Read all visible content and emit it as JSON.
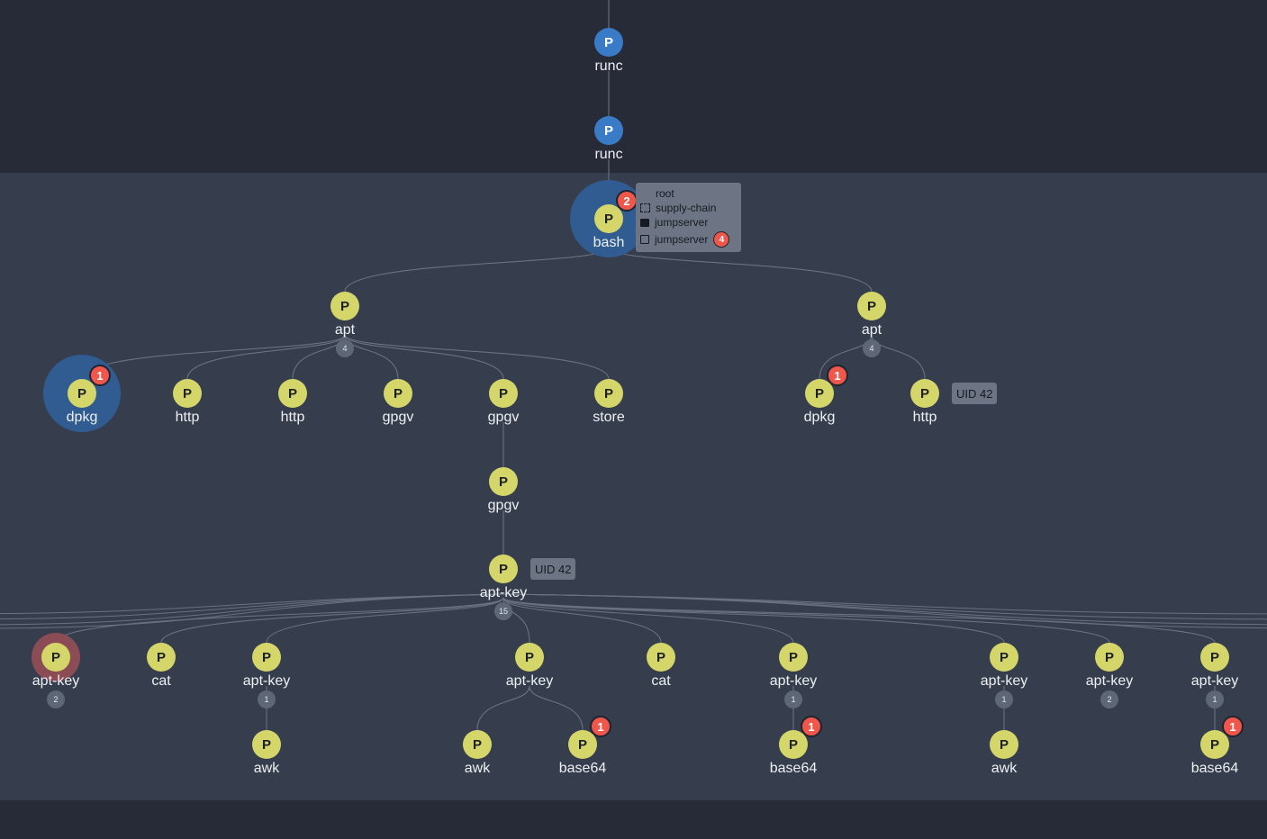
{
  "colors": {
    "background": "#262b37",
    "session_band": "#363e4d",
    "edge": "#6a7281",
    "process_blue": "#3a7bc8",
    "process_yellow": "#d4d66a",
    "alert": "#f0574a",
    "count_badge": "#5e6775",
    "info_box": "#6d7584"
  },
  "node_glyph": "P",
  "details_panel": {
    "user": "root",
    "session": "supply-chain",
    "host": "jumpserver",
    "container": "jumpserver",
    "container_alert": "4"
  },
  "nodes": [
    {
      "id": "n0",
      "label": "runc",
      "color": "blue"
    },
    {
      "id": "n1",
      "label": "runc",
      "color": "blue"
    },
    {
      "id": "n2",
      "label": "bash",
      "color": "blue-yellow",
      "alert": "2",
      "halo": "blue",
      "details": true
    },
    {
      "id": "n3",
      "label": "apt",
      "count": "4"
    },
    {
      "id": "n4",
      "label": "apt",
      "count": "4"
    },
    {
      "id": "n5",
      "label": "dpkg",
      "alert": "1",
      "halo": "blue"
    },
    {
      "id": "n6",
      "label": "http"
    },
    {
      "id": "n7",
      "label": "http"
    },
    {
      "id": "n8",
      "label": "gpgv"
    },
    {
      "id": "n9",
      "label": "gpgv"
    },
    {
      "id": "n10",
      "label": "store"
    },
    {
      "id": "n11",
      "label": "dpkg",
      "alert": "1"
    },
    {
      "id": "n12",
      "label": "http",
      "uid": "UID 42"
    },
    {
      "id": "n13",
      "label": "gpgv"
    },
    {
      "id": "n14",
      "label": "apt-key",
      "uid": "UID 42",
      "count": "15"
    },
    {
      "id": "n15",
      "label": "apt-key",
      "count": "2",
      "halo": "red"
    },
    {
      "id": "n16",
      "label": "cat"
    },
    {
      "id": "n17",
      "label": "apt-key",
      "count": "1"
    },
    {
      "id": "n18",
      "label": "apt-key"
    },
    {
      "id": "n19",
      "label": "cat"
    },
    {
      "id": "n20",
      "label": "apt-key",
      "count": "1"
    },
    {
      "id": "n21",
      "label": "apt-key",
      "count": "1"
    },
    {
      "id": "n22",
      "label": "apt-key",
      "count": "2"
    },
    {
      "id": "n23",
      "label": "apt-key",
      "count": "1"
    },
    {
      "id": "n24",
      "label": "awk"
    },
    {
      "id": "n25",
      "label": "awk"
    },
    {
      "id": "n26",
      "label": "base64",
      "alert": "1"
    },
    {
      "id": "n27",
      "label": "base64",
      "alert": "1"
    },
    {
      "id": "n28",
      "label": "awk"
    },
    {
      "id": "n29",
      "label": "base64",
      "alert": "1"
    }
  ]
}
